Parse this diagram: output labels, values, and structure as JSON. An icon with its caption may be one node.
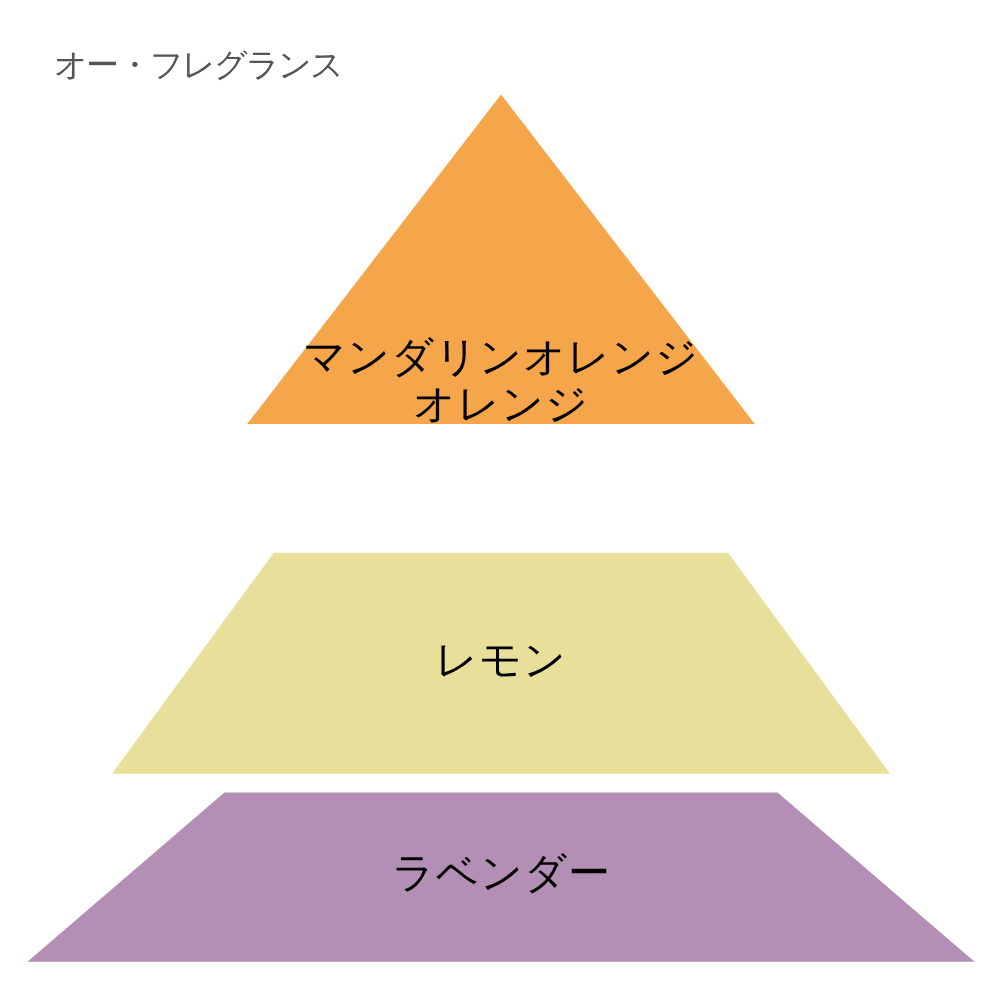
{
  "diagram": {
    "title": "オー・フレグランス",
    "nodes": [
      {
        "text": [
          "マンダリンオレンジ",
          "オレンジ"
        ]
      },
      {
        "text": [
          "レモン"
        ]
      },
      {
        "text": [
          "ラベンダー"
        ]
      }
    ]
  }
}
